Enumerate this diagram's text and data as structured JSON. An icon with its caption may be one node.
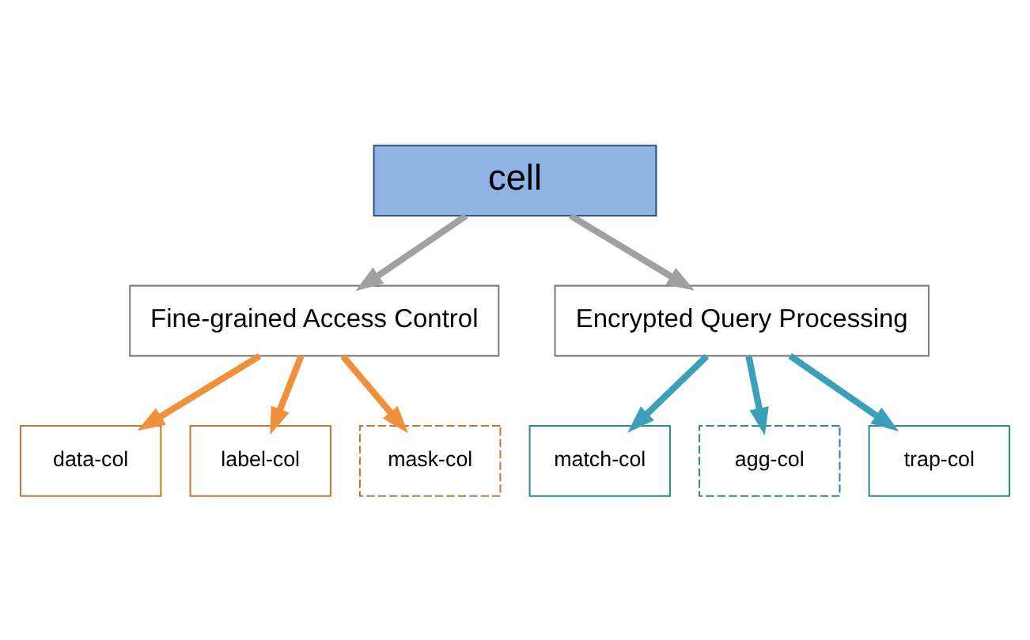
{
  "diagram": {
    "nodes": [
      {
        "text": [
          "cell"
        ]
      },
      {
        "text": [
          "Fine-grained Access Control"
        ]
      },
      {
        "text": [
          "Encrypted Query Processing"
        ]
      },
      {
        "text": [
          "data-col"
        ]
      },
      {
        "text": [
          "label-col"
        ]
      },
      {
        "text": [
          "mask-col"
        ]
      },
      {
        "text": [
          "match-col"
        ]
      },
      {
        "text": [
          "agg-col"
        ]
      },
      {
        "text": [
          "trap-col"
        ]
      }
    ],
    "edges": [
      {
        "from": 0,
        "to": 1,
        "arrow": "to",
        "color": "#a0a0a0"
      },
      {
        "from": 0,
        "to": 2,
        "arrow": "to",
        "color": "#a0a0a0"
      },
      {
        "from": 1,
        "to": 3,
        "arrow": "to",
        "color": "#f0903c"
      },
      {
        "from": 1,
        "to": 4,
        "arrow": "to",
        "color": "#f0903c"
      },
      {
        "from": 1,
        "to": 5,
        "arrow": "to",
        "color": "#f0903c"
      },
      {
        "from": 2,
        "to": 6,
        "arrow": "to",
        "color": "#3ba0b8"
      },
      {
        "from": 2,
        "to": 7,
        "arrow": "to",
        "color": "#3ba0b8"
      },
      {
        "from": 2,
        "to": 8,
        "arrow": "to",
        "color": "#3ba0b8"
      }
    ]
  }
}
